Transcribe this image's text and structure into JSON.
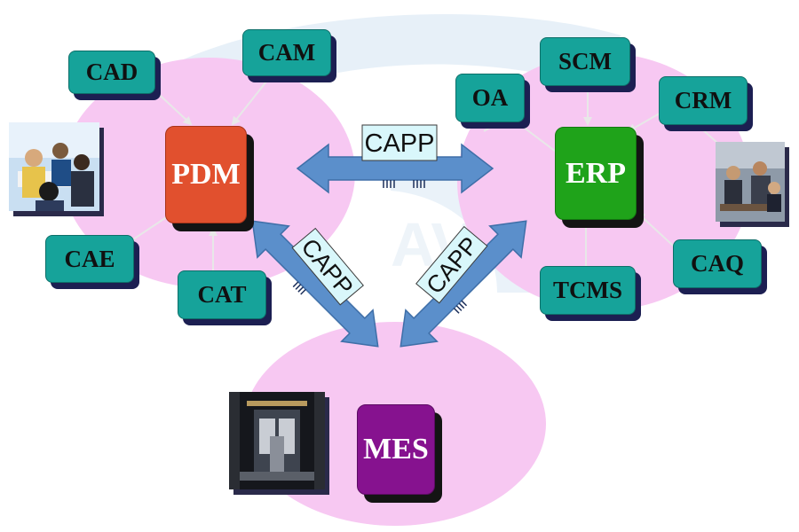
{
  "colors": {
    "ellipse_fill": "#f7c8f2",
    "small_box": "#16a39a",
    "arrow": "#5b8fcb",
    "label_bg": "#d9f7fb",
    "pdm": "#e1502e",
    "erp": "#1fa31a",
    "mes": "#86128f"
  },
  "hubs": {
    "pdm": "PDM",
    "erp": "ERP",
    "mes": "MES"
  },
  "pdm_group": {
    "cad": "CAD",
    "cam": "CAM",
    "cae": "CAE",
    "cat": "CAT"
  },
  "erp_group": {
    "oa": "OA",
    "scm": "SCM",
    "crm": "CRM",
    "caq": "CAQ",
    "tcms": "TCMS"
  },
  "connectors": {
    "top": "CAPP",
    "left": "CAPP",
    "right": "CAPP"
  },
  "photos": [
    {
      "name": "office-team-photo",
      "icon": "people-at-desk"
    },
    {
      "name": "meeting-photo",
      "icon": "business-meeting"
    },
    {
      "name": "factory-photo",
      "icon": "machinery"
    }
  ]
}
